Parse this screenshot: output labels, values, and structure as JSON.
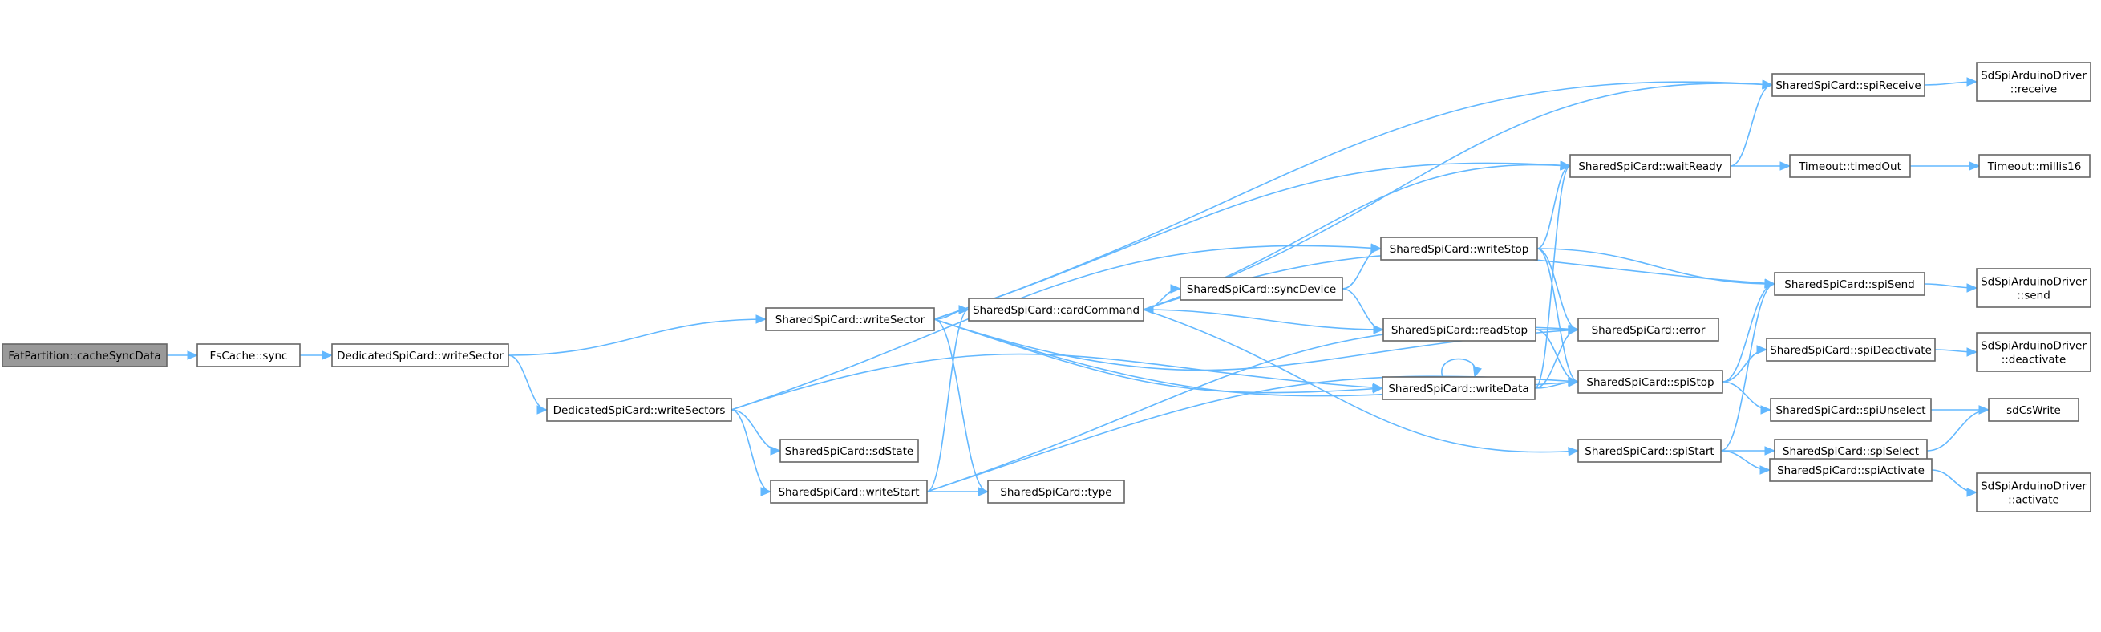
{
  "diagram": {
    "nodes": [
      {
        "id": "n0",
        "label": "FatPartition::cacheSyncData"
      },
      {
        "id": "n1",
        "label": "FsCache::sync"
      },
      {
        "id": "n2",
        "label": "DedicatedSpiCard::writeSector"
      },
      {
        "id": "n3",
        "label": "DedicatedSpiCard::writeSectors"
      },
      {
        "id": "n4",
        "label": "SharedSpiCard::writeSector"
      },
      {
        "id": "n5",
        "label": "SharedSpiCard::writeStart"
      },
      {
        "id": "n6",
        "label": "SharedSpiCard::sdState"
      },
      {
        "id": "n7",
        "label": "SharedSpiCard::cardCommand"
      },
      {
        "id": "n8",
        "label": "SharedSpiCard::type"
      },
      {
        "id": "n9",
        "label": "SharedSpiCard::syncDevice"
      },
      {
        "id": "n10",
        "label": "SharedSpiCard::writeStop"
      },
      {
        "id": "n11",
        "label": "SharedSpiCard::readStop"
      },
      {
        "id": "n12",
        "label": "SharedSpiCard::writeData"
      },
      {
        "id": "n13",
        "label": "SharedSpiCard::waitReady"
      },
      {
        "id": "n14",
        "label": "SharedSpiCard::error"
      },
      {
        "id": "n15",
        "label": "SharedSpiCard::spiStop"
      },
      {
        "id": "n16",
        "label": "SharedSpiCard::spiStart"
      },
      {
        "id": "n17",
        "label": "SharedSpiCard::spiReceive"
      },
      {
        "id": "n18",
        "label": "Timeout::timedOut"
      },
      {
        "id": "n19",
        "label": "SharedSpiCard::spiSend"
      },
      {
        "id": "n20",
        "label": "SharedSpiCard::spiDeactivate"
      },
      {
        "id": "n21",
        "label": "SharedSpiCard::spiUnselect"
      },
      {
        "id": "n22",
        "label": "SharedSpiCard::spiSelect"
      },
      {
        "id": "n23",
        "label": "SharedSpiCard::spiActivate"
      },
      {
        "id": "n24",
        "label": [
          "SdSpiArduinoDriver",
          "::receive"
        ]
      },
      {
        "id": "n25",
        "label": "Timeout::millis16"
      },
      {
        "id": "n26",
        "label": [
          "SdSpiArduinoDriver",
          "::send"
        ]
      },
      {
        "id": "n27",
        "label": [
          "SdSpiArduinoDriver",
          "::deactivate"
        ]
      },
      {
        "id": "n28",
        "label": "sdCsWrite"
      },
      {
        "id": "n29",
        "label": [
          "SdSpiArduinoDriver",
          "::activate"
        ]
      }
    ],
    "edges": [
      [
        "n0",
        "n1"
      ],
      [
        "n1",
        "n2"
      ],
      [
        "n2",
        "n3"
      ],
      [
        "n2",
        "n4"
      ],
      [
        "n3",
        "n5"
      ],
      [
        "n3",
        "n6"
      ],
      [
        "n3",
        "n10"
      ],
      [
        "n3",
        "n12"
      ],
      [
        "n4",
        "n7"
      ],
      [
        "n4",
        "n8"
      ],
      [
        "n4",
        "n12"
      ],
      [
        "n4",
        "n13"
      ],
      [
        "n4",
        "n14"
      ],
      [
        "n4",
        "n17"
      ],
      [
        "n4",
        "n15"
      ],
      [
        "n5",
        "n7"
      ],
      [
        "n5",
        "n8"
      ],
      [
        "n5",
        "n14"
      ],
      [
        "n5",
        "n15"
      ],
      [
        "n7",
        "n9"
      ],
      [
        "n7",
        "n13"
      ],
      [
        "n7",
        "n17"
      ],
      [
        "n7",
        "n19"
      ],
      [
        "n7",
        "n16"
      ],
      [
        "n9",
        "n10"
      ],
      [
        "n9",
        "n11"
      ],
      [
        "n10",
        "n13"
      ],
      [
        "n10",
        "n14"
      ],
      [
        "n10",
        "n19"
      ],
      [
        "n10",
        "n15"
      ],
      [
        "n11",
        "n7"
      ],
      [
        "n11",
        "n14"
      ],
      [
        "n11",
        "n15"
      ],
      [
        "n12",
        "n12"
      ],
      [
        "n12",
        "n13"
      ],
      [
        "n12",
        "n14"
      ],
      [
        "n12",
        "n15"
      ],
      [
        "n13",
        "n17"
      ],
      [
        "n13",
        "n18"
      ],
      [
        "n15",
        "n19"
      ],
      [
        "n15",
        "n20"
      ],
      [
        "n15",
        "n21"
      ],
      [
        "n16",
        "n19"
      ],
      [
        "n16",
        "n22"
      ],
      [
        "n16",
        "n23"
      ],
      [
        "n17",
        "n24"
      ],
      [
        "n18",
        "n25"
      ],
      [
        "n19",
        "n26"
      ],
      [
        "n20",
        "n27"
      ],
      [
        "n21",
        "n28"
      ],
      [
        "n22",
        "n28"
      ],
      [
        "n23",
        "n29"
      ]
    ]
  }
}
